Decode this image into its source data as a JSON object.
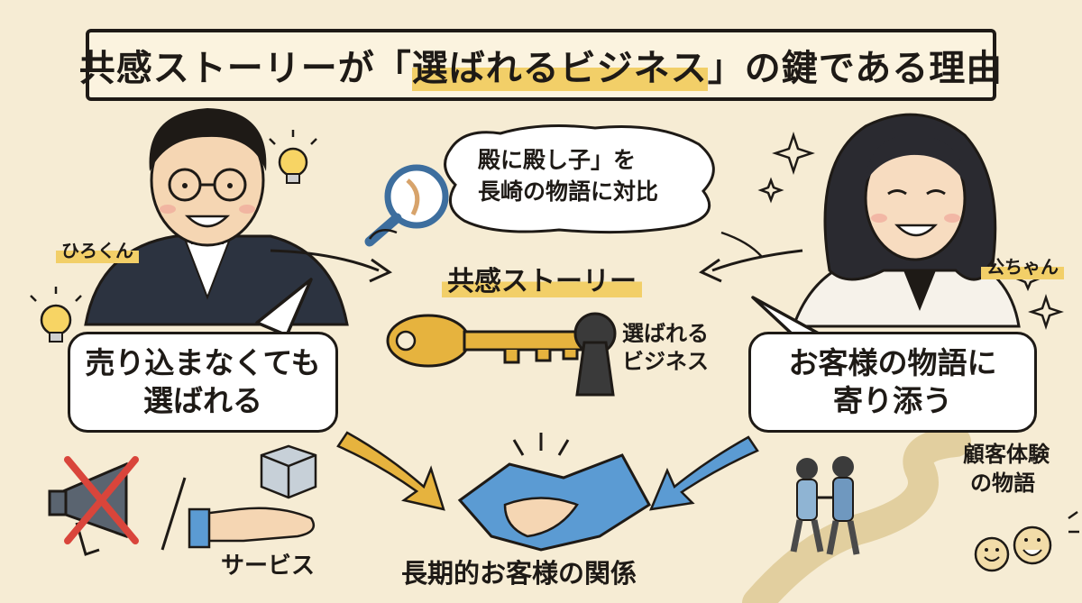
{
  "title": {
    "before": "共感ストーリーが「",
    "highlight": "選ばれるビジネス",
    "after": "」の鍵である理由"
  },
  "characters": {
    "left_name": "ひろくん",
    "right_name": "公ちゃん"
  },
  "bubbles": {
    "left": [
      "売り込まなくても",
      "選ばれる"
    ],
    "right": [
      "お客様の物語に",
      "寄り添う"
    ],
    "top": [
      "殿に殿し子」を",
      "長崎の物語に対比"
    ]
  },
  "center": {
    "story_label": "共感ストーリー",
    "key_target_lines": [
      "選ばれる",
      "ビジネス"
    ]
  },
  "bottom": {
    "service_label": "サービス",
    "relationship_label": "長期的お客様の関係",
    "journey_lines": [
      "顧客体験",
      "の物語"
    ]
  },
  "colors": {
    "background": "#f6ecd4",
    "highlight": "#f2cf68",
    "key": "#e6b33e",
    "arrow": "#5b9bd3",
    "handshake": "#5b9bd3",
    "outline": "#1e1a16"
  }
}
